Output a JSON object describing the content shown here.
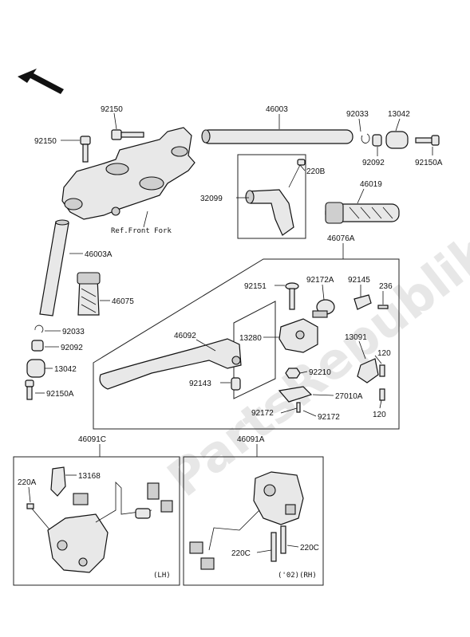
{
  "watermark": "PartsRepublik",
  "diagram": {
    "ref_front_fork": "Ref.Front Fork",
    "panel_lh_tag": "(LH)",
    "panel_rh_tag": "('02)(RH)",
    "labels": {
      "l_92150_top": "92150",
      "l_92150_left": "92150",
      "l_46003": "46003",
      "l_92033_top": "92033",
      "l_13042_top": "13042",
      "l_92092_top": "92092",
      "l_92150A_top": "92150A",
      "l_220B": "220B",
      "l_32099": "32099",
      "l_46019": "46019",
      "l_46076A": "46076A",
      "l_46003A": "46003A",
      "l_46075": "46075",
      "l_92033_left": "92033",
      "l_92092_left": "92092",
      "l_13042_left": "13042",
      "l_92150A_left": "92150A",
      "l_92151": "92151",
      "l_92172A": "92172A",
      "l_92145": "92145",
      "l_236": "236",
      "l_46092": "46092",
      "l_13280": "13280",
      "l_13091": "13091",
      "l_120_a": "120",
      "l_92210": "92210",
      "l_92143": "92143",
      "l_27010A": "27010A",
      "l_92172_a": "92172",
      "l_92172_b": "92172",
      "l_120_b": "120",
      "l_46091C": "46091C",
      "l_46091A": "46091A",
      "l_220A": "220A",
      "l_13168": "13168",
      "l_220C_a": "220C",
      "l_220C_b": "220C"
    }
  }
}
